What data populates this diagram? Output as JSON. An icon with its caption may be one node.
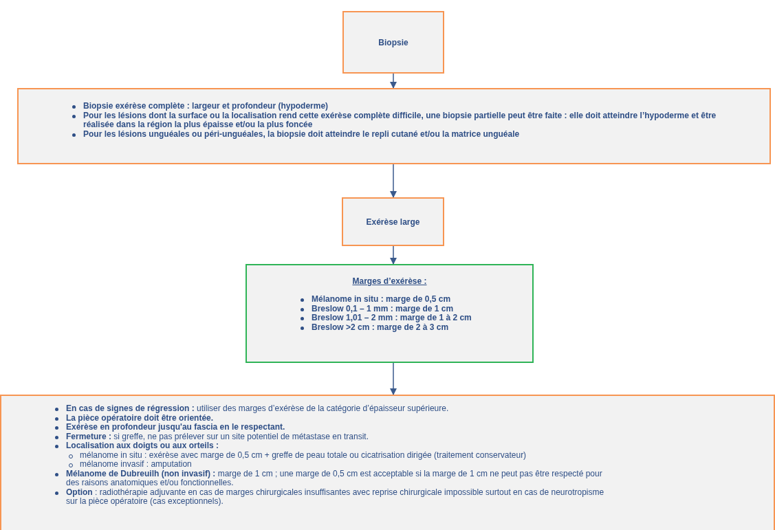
{
  "diagram": {
    "nodes": [
      {
        "text": [
          "Biopsie"
        ]
      },
      {
        "text": [
          "Biopsie exérèse complète : largeur et profondeur (hypoderme)",
          "Pour les lésions dont la surface ou la localisation rend cette exérèse complète difficile,  une biopsie partielle peut être faite : elle doit atteindre l’hypoderme et être réalisée dans la région la plus épaisse et/ou la plus foncée",
          "Pour les lésions unguéales ou péri-unguéales, la biopsie doit atteindre le repli cutané et/ou la matrice unguéale"
        ]
      },
      {
        "text": [
          "Exérèse large"
        ]
      },
      {
        "text": [
          "Marges d’exérèse :",
          "Mélanome in situ : marge de 0,5 cm",
          "Breslow 0,1 – 1 mm : marge de 1 cm",
          "Breslow 1,01 – 2 mm : marge de 1 à 2 cm",
          "Breslow >2 cm : marge de 2 à 3 cm"
        ]
      },
      {
        "text": [
          "**En cas de signes de régression :** utiliser des marges d’exérèse de la catégorie d’épaisseur supérieure.",
          "La pièce opératoire doit être orientée.",
          "Exérèse en profondeur jusqu'au fascia en le respectant.",
          "**Fermeture :** si greffe, ne pas prélever sur un site potentiel de métastase en transit.",
          "Localisation aux doigts ou aux orteils :",
          "mélanome in situ : exérèse avec marge de 0,5 cm + greffe de peau totale ou cicatrisation dirigée (traitement conservateur)",
          "mélanome invasif : amputation",
          "**Mélanome de Dubreuilh (non invasif) :** marge de 1 cm ; une marge de 0,5 cm est acceptable si la marge de 1 cm ne peut pas être respecté pour des raisons anatomiques et/ou fonctionnelles.",
          "**Option** : radiothérapie adjuvante en cas de marges chirurgicales insuffisantes avec reprise chirurgicale impossible surtout en cas de neurotropisme sur la pièce opératoire (cas exceptionnels)."
        ]
      }
    ],
    "edges": [
      {
        "from": 0,
        "to": 1,
        "arrow": "to"
      },
      {
        "from": 1,
        "to": 2,
        "arrow": "to"
      },
      {
        "from": 2,
        "to": 3,
        "arrow": "to"
      },
      {
        "from": 3,
        "to": 4,
        "arrow": "to"
      }
    ]
  }
}
